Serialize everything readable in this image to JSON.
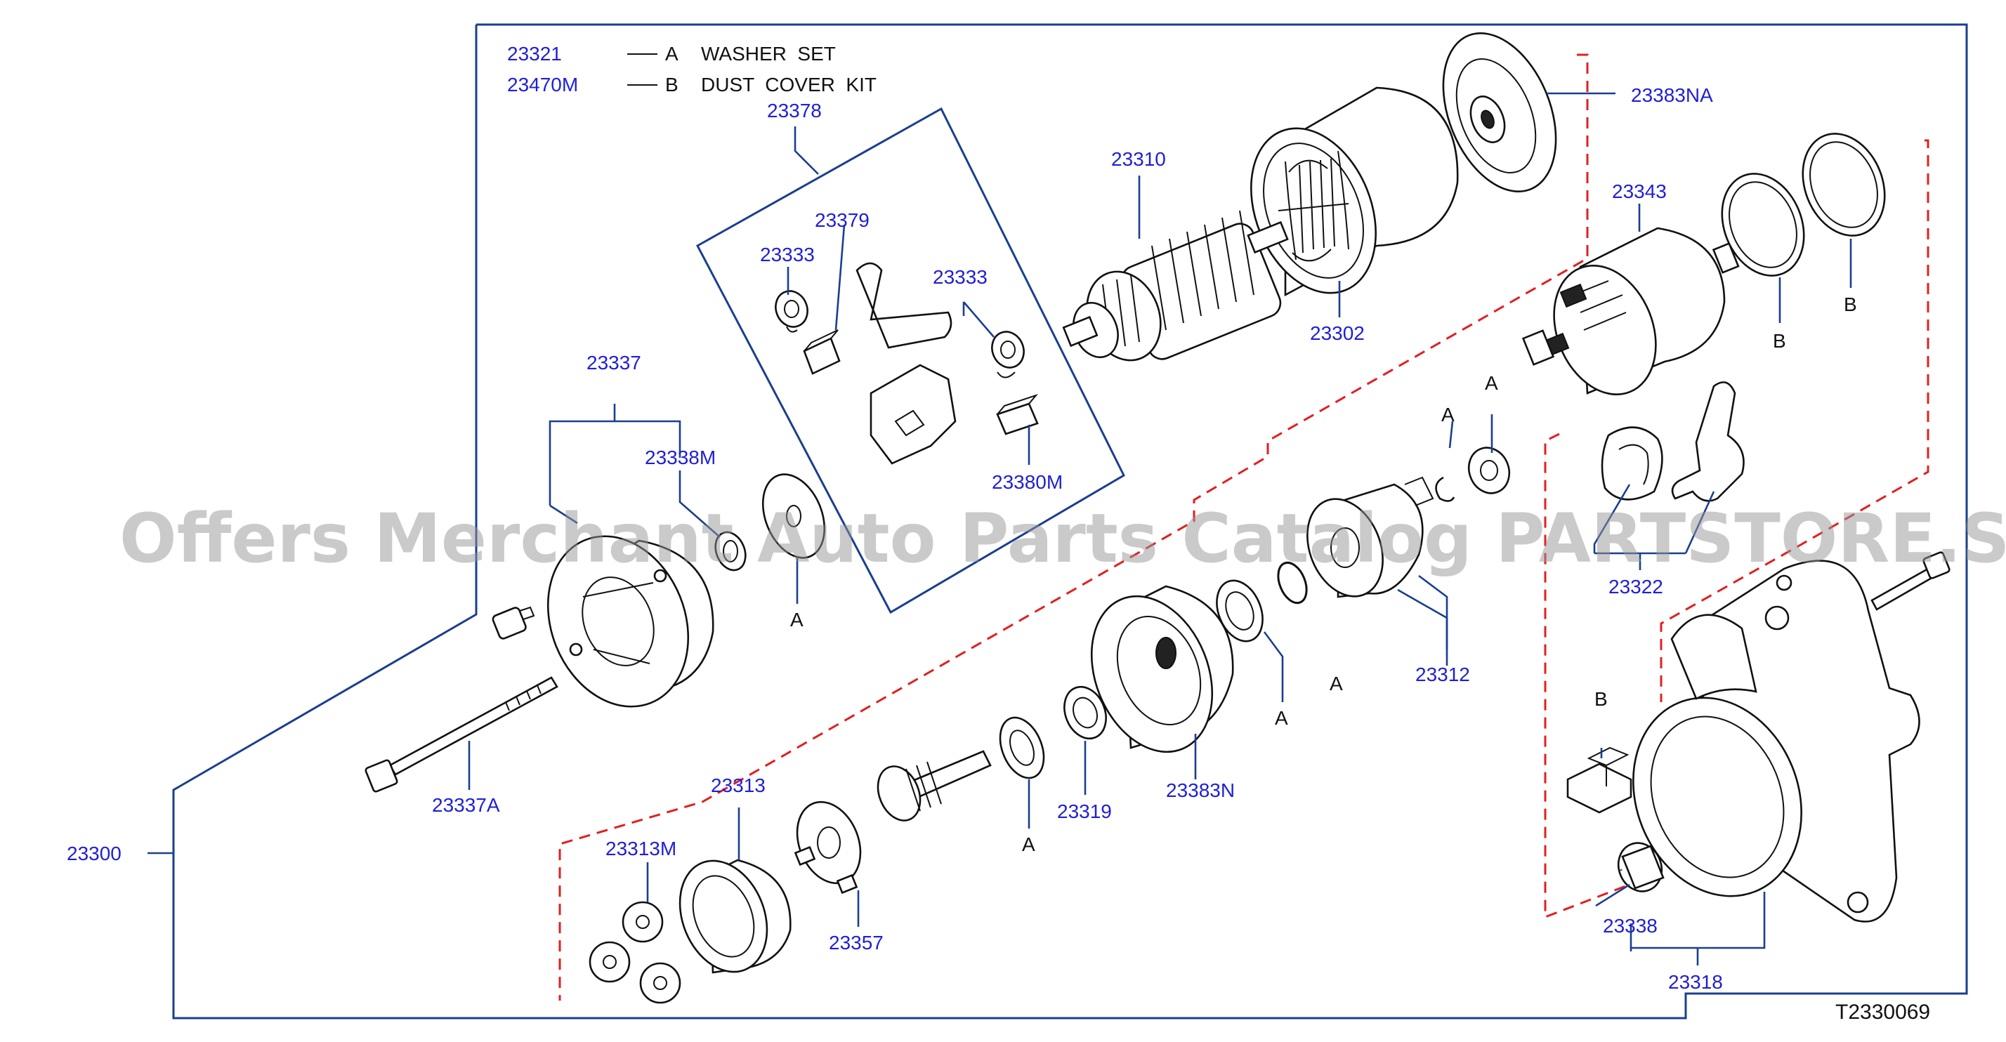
{
  "legend": [
    {
      "code": "23321",
      "letter": "A",
      "name": "WASHER  SET"
    },
    {
      "code": "23470M",
      "letter": "B",
      "name": "DUST  COVER  KIT"
    }
  ],
  "diagram_code": "T2330069",
  "watermark": "Offers Merchant Auto Parts Catalog PARTSTORE.SA",
  "part_labels": {
    "p23378": "23378",
    "p23379": "23379",
    "p23333a": "23333",
    "p23333b": "23333",
    "p23380M": "23380M",
    "p23310": "23310",
    "p23302": "23302",
    "p23383NA": "23383NA",
    "p23343": "23343",
    "p23337": "23337",
    "p23338M": "23338M",
    "p23337A": "23337A",
    "p23300": "23300",
    "p23312": "23312",
    "p23322": "23322",
    "p23383N": "23383N",
    "p23319": "23319",
    "p23313": "23313",
    "p23313M": "23313M",
    "p23357": "23357",
    "p23338": "23338",
    "p23318": "23318"
  },
  "kit_marks": {
    "a1": "A",
    "a2": "A",
    "a3": "A",
    "a4": "A",
    "a5": "A",
    "a6": "A",
    "a7": "A",
    "b1": "B",
    "b2": "B",
    "b3": "B"
  }
}
